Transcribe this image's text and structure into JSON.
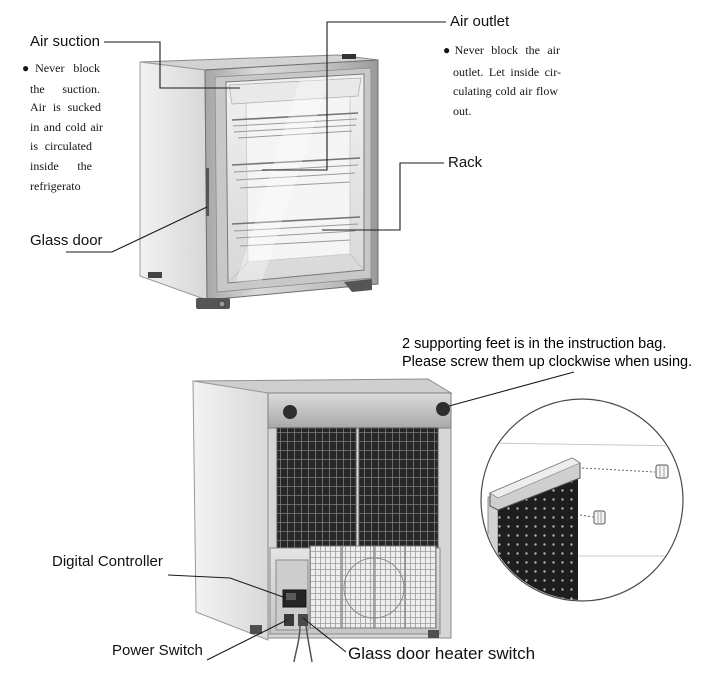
{
  "front_view": {
    "air_suction": {
      "label": "Air suction",
      "note": [
        "●Never block",
        "the suction.",
        "Air is sucked",
        "in and cold air",
        "is circulated",
        "inside the",
        "refrigerato"
      ]
    },
    "air_outlet": {
      "label": "Air outlet",
      "note": [
        "●Never block the air",
        "outlet. Let inside cir-",
        "culating cold air flow",
        "out."
      ]
    },
    "rack": {
      "label": "Rack"
    },
    "glass_door": {
      "label": "Glass door"
    }
  },
  "rear_view": {
    "feet_note": [
      "2 supporting feet is in the instruction bag.",
      "Please screw them up clockwise when using."
    ],
    "digital_controller": {
      "label": "Digital Controller"
    },
    "power_switch": {
      "label": "Power Switch"
    },
    "heater_switch": {
      "label": "Glass door heater switch"
    }
  }
}
